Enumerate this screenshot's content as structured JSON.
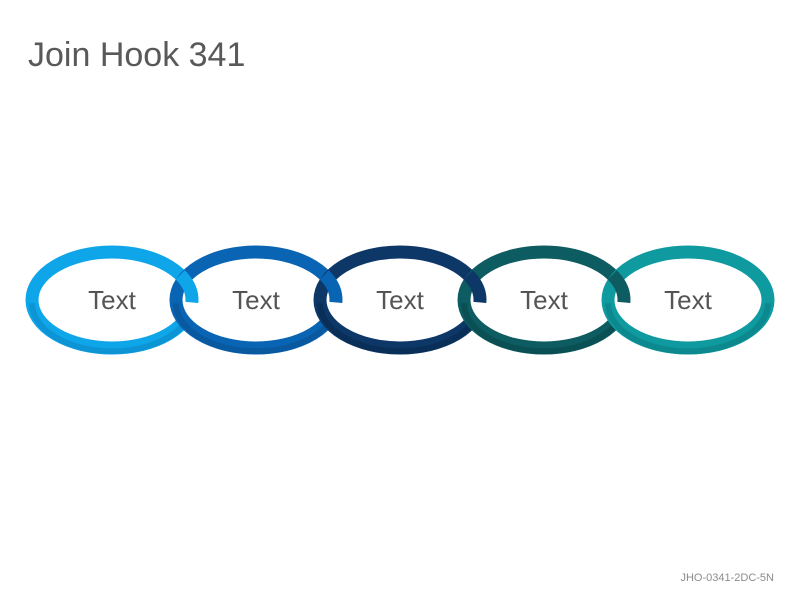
{
  "title": "Join Hook 341",
  "footer_code": "JHO-0341-2DC-5N",
  "links": [
    {
      "label": "Text",
      "color": "#0ea5e9",
      "shade": "#0b86c4"
    },
    {
      "label": "Text",
      "color": "#0a64b4",
      "shade": "#07508f"
    },
    {
      "label": "Text",
      "color": "#0c3766",
      "shade": "#082a4f"
    },
    {
      "label": "Text",
      "color": "#0d5c61",
      "shade": "#094549"
    },
    {
      "label": "Text",
      "color": "#0f9aa0",
      "shade": "#0b7b80"
    }
  ]
}
